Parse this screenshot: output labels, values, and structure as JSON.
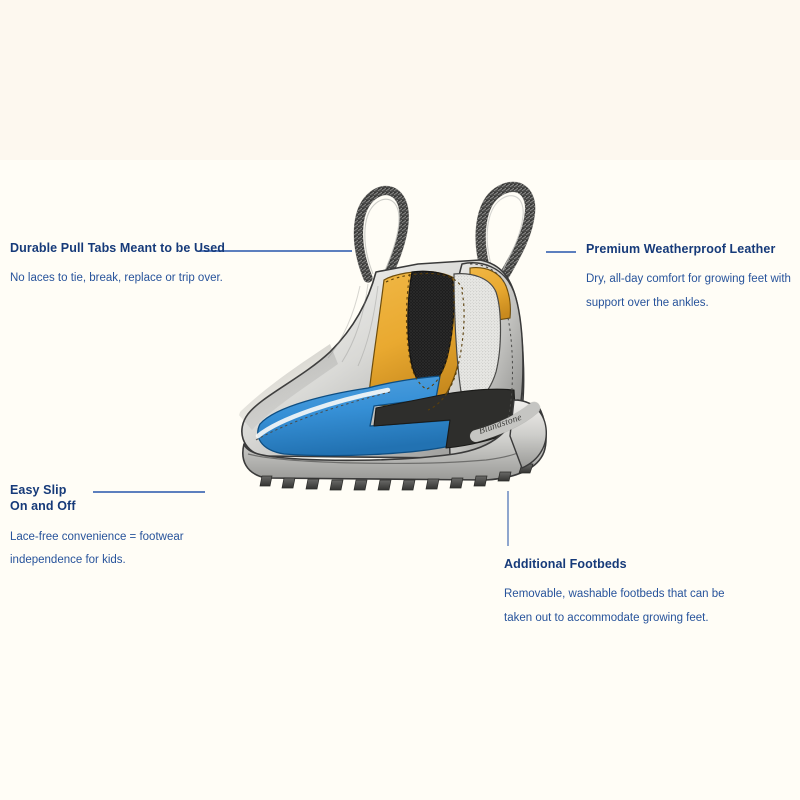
{
  "page": {
    "background_color": "#FFFDF6",
    "band_color": "#FDF8EF",
    "title_color": "#163A79",
    "body_color": "#27539B",
    "rule_color": "#5C7FBE"
  },
  "callouts": [
    {
      "id": "durable-pull-tabs",
      "title": "Durable Pull Tabs Meant to be Used",
      "body": "No laces to tie, break, replace or trip over.",
      "connector": "horizontal-right"
    },
    {
      "id": "premium-weatherproof-leather",
      "title": "Premium Weatherproof Leather",
      "body": "Dry, all-day comfort for growing feet with support over the ankles.",
      "connector": "horizontal-left"
    },
    {
      "id": "easy-slip-on-and-off",
      "title": "Easy Slip\nOn and Off",
      "title_line_1": "Easy Slip",
      "title_line_2": "On and Off",
      "body": "Lace-free convenience = footwear independence for kids.",
      "connector": "horizontal-right"
    },
    {
      "id": "additional-footbeds",
      "title": "Additional Footbeds",
      "body": "Removable, washable footbeds that can be taken out to accommodate growing feet.",
      "connector": "vertical-up"
    }
  ],
  "illustration": {
    "name": "chelsea-boot-cutaway-illustration",
    "alt": "Hand-drawn cutaway illustration of a kids Chelsea boot showing leather upper, elastic side gore, pull tabs, footbed and outsole",
    "brand_text": "Blundstone",
    "colors": {
      "leather_yellow": "#E9A930",
      "footbed_blue": "#3690D6",
      "gore_black": "#1E1E1E",
      "sole_grey": "#BFBFBF",
      "ink": "#3A3A3A",
      "paper_white": "#FAFAF7"
    }
  }
}
